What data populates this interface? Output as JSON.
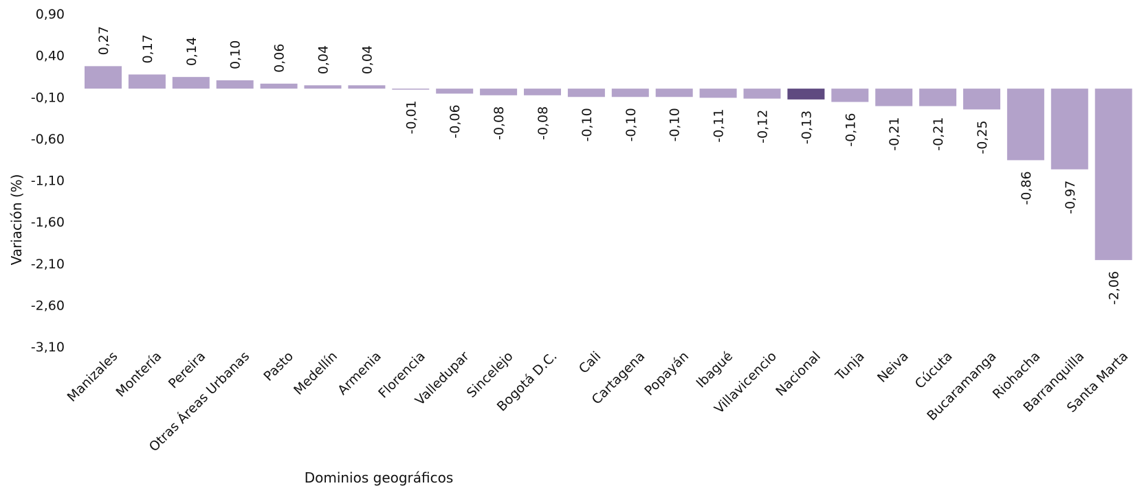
{
  "chart_data": {
    "type": "bar",
    "title": "",
    "xlabel": "Dominios geográficos",
    "ylabel": "Variación (%)",
    "ylim": [
      -3.1,
      0.9
    ],
    "yticks": [
      0.9,
      0.4,
      -0.1,
      -0.6,
      -1.1,
      -1.6,
      -2.1,
      -2.6,
      -3.1
    ],
    "ytick_labels": [
      "0,90",
      "0,40",
      "-0,10",
      "-0,60",
      "-1,10",
      "-1,60",
      "-2,10",
      "-2,60",
      "-3,10"
    ],
    "grid": false,
    "legend": "none",
    "categories": [
      "Manizales",
      "Montería",
      "Pereira",
      "Otras Áreas Urbanas",
      "Pasto",
      "Medellín",
      "Armenia",
      "Florencia",
      "Valledupar",
      "Sincelejo",
      "Bogotá D.C.",
      "Cali",
      "Cartagena",
      "Popayán",
      "Ibagué",
      "Villavicencio",
      "Nacional",
      "Tunja",
      "Neiva",
      "Cúcuta",
      "Bucaramanga",
      "Riohacha",
      "Barranquilla",
      "Santa Marta"
    ],
    "values": [
      0.27,
      0.17,
      0.14,
      0.1,
      0.06,
      0.04,
      0.04,
      -0.01,
      -0.06,
      -0.08,
      -0.08,
      -0.1,
      -0.1,
      -0.1,
      -0.11,
      -0.12,
      -0.13,
      -0.16,
      -0.21,
      -0.21,
      -0.25,
      -0.86,
      -0.97,
      -2.06
    ],
    "value_labels": [
      "0,27",
      "0,17",
      "0,14",
      "0,10",
      "0,06",
      "0,04",
      "0,04",
      "-0,01",
      "-0,06",
      "-0,08",
      "-0,08",
      "-0,10",
      "-0,10",
      "-0,10",
      "-0,11",
      "-0,12",
      "-0,13",
      "-0,16",
      "-0,21",
      "-0,21",
      "-0,25",
      "-0,86",
      "-0,97",
      "-2,06"
    ],
    "highlight": "Nacional",
    "colors": {
      "bar": "#b3a2ca",
      "highlight": "#5f4a80"
    }
  }
}
